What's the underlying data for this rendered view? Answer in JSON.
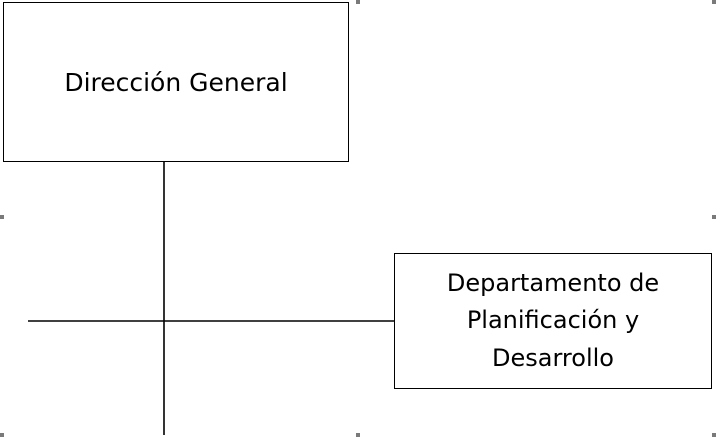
{
  "diagram": {
    "nodes": {
      "direccion": {
        "label": "Dirección General"
      },
      "departamento": {
        "lines": [
          "Departamento de",
          "Planificación y",
          "Desarrollo"
        ]
      }
    },
    "edges": [
      {
        "from": "direccion",
        "to": "departamento",
        "type": "elbow-cross"
      }
    ]
  },
  "colors": {
    "line": "#000000",
    "box_border": "#000000",
    "handle": "#7a7a7a",
    "background": "#ffffff"
  }
}
